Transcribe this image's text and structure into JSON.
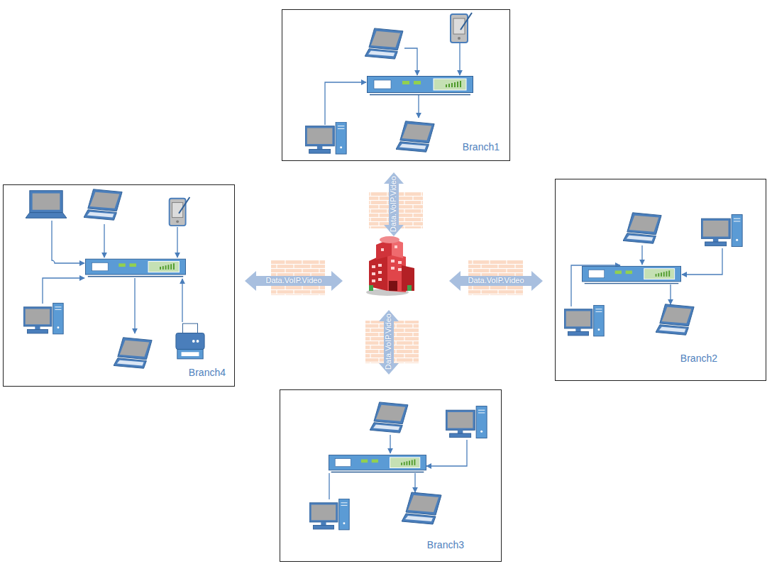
{
  "diagram": {
    "nodes": [
      {
        "text": [
          "Branch1"
        ]
      },
      {
        "text": [
          "Branch4"
        ]
      },
      {
        "text": [
          "Branch2"
        ]
      },
      {
        "text": [
          "Branch3"
        ]
      }
    ],
    "labels": [
      "Data.VoIP.Video",
      "Data.VoIP.Video",
      "Data.VoIP.Video",
      "Data.VoIP.Video"
    ]
  }
}
